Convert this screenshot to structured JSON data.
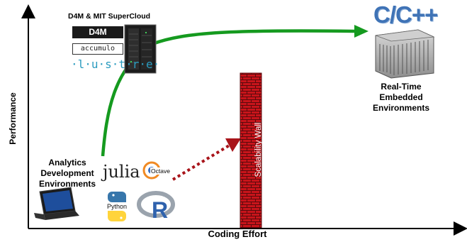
{
  "axes": {
    "y_label": "Performance",
    "x_label": "Coding Effort"
  },
  "top_left_cluster": {
    "title": "D4M & MIT SuperCloud",
    "logos": {
      "d4m": "D4M",
      "accumulo": "accumulo",
      "lustre": "·l·u·s·t·r·e·"
    }
  },
  "analytics": {
    "label_lines": [
      "Analytics",
      "Development",
      "Environments"
    ],
    "logos": {
      "julia": "julia",
      "octave": "Octave",
      "python": "Python",
      "r": "R"
    }
  },
  "realtime": {
    "logo": "C/C++",
    "label_lines": [
      "Real-Time",
      "Embedded",
      "Environments"
    ]
  },
  "wall": {
    "label": "Scalability Wall"
  },
  "colors": {
    "axis": "#000000",
    "green_arrow": "#159a1f",
    "red_dotted_arrow": "#a8141a",
    "wall_brick": "#c8141b",
    "wall_mortar": "#5a0a0c",
    "cpp_blue": "#3f73b6"
  }
}
